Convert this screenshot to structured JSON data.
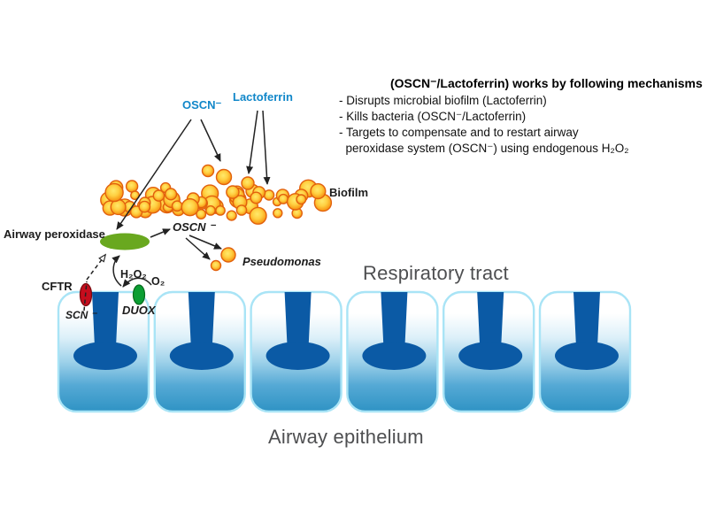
{
  "info_box": {
    "title": "(OSCN⁻/Lactoferrin) works by following mechanisms",
    "bullets": [
      "- Disrupts microbial biofilm (Lactoferrin)",
      "- Kills bacteria (OSCN⁻/Lactoferrin)",
      "- Targets to compensate and to restart airway",
      "  peroxidase system (OSCN⁻) using endogenous H₂O₂"
    ]
  },
  "labels": {
    "oscn_top": "OSCN⁻",
    "lactoferrin": "Lactoferrin",
    "biofilm": "Biofilm",
    "airway_peroxidase": "Airway peroxidase",
    "oscn_mid": "OSCN ⁻",
    "pseudomonas": "Pseudomonas",
    "cftr": "CFTR",
    "scn": "SCN ⁻",
    "h2o2": "H₂O₂",
    "o2": "O₂",
    "duox": "DUOX",
    "respiratory_tract": "Respiratory tract",
    "airway_epithelium": "Airway epithelium"
  },
  "colors": {
    "label_blue": "#1187c9",
    "biofilm_stroke": "#e2610d",
    "peroxidase_green": "#69a81f",
    "cftr_red": "#c60d1d",
    "duox_green": "#0b9e33",
    "cell_blue_dark": "#0b5aa5",
    "cell_border": "#a9e4f6",
    "text_black": "#1c1c1c",
    "text_gray": "#4e4f51",
    "arrow": "#222222"
  }
}
